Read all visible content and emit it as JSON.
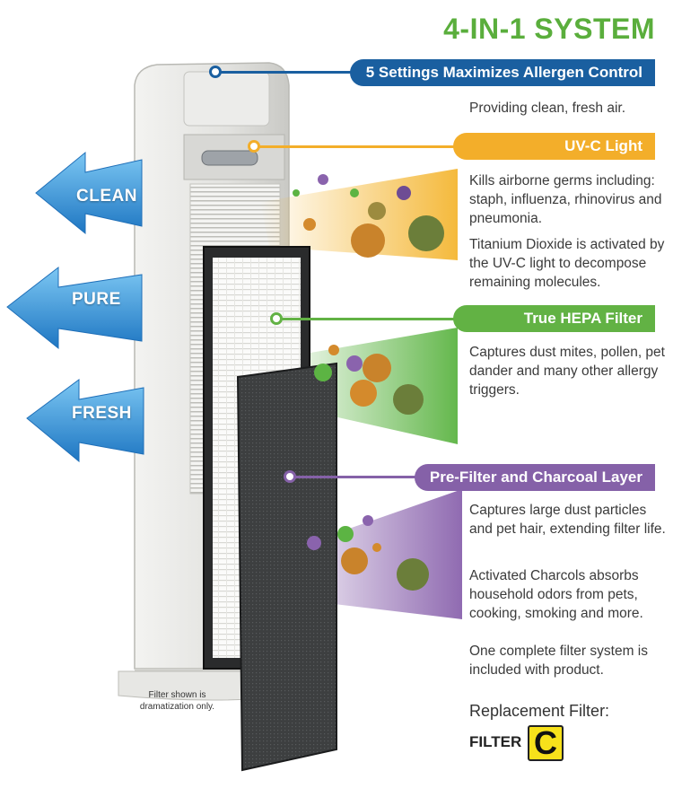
{
  "title": "4-IN-1 SYSTEM",
  "arrows": [
    "CLEAN",
    "PURE",
    "FRESH"
  ],
  "features": [
    {
      "label": "5 Settings Maximizes Allergen Control",
      "color": "#1a5fa0",
      "descriptions": [
        "Providing clean, fresh air."
      ]
    },
    {
      "label": "UV-C Light",
      "color": "#f3ae2a",
      "descriptions": [
        "Kills airborne germs including: staph, influenza, rhinovirus and pneumonia.",
        "Titanium Dioxide is activated by the UV-C light to decompose remaining molecules."
      ]
    },
    {
      "label": "True HEPA Filter",
      "color": "#62b244",
      "descriptions": [
        "Captures dust mites, pollen, pet dander and many other allergy triggers."
      ]
    },
    {
      "label": "Pre-Filter and Charcoal Layer",
      "color": "#8561a8",
      "descriptions": [
        "Captures large dust particles and pet hair, extending filter life.",
        "Activated Charcols absorbs household odors from pets, cooking, smoking and more.",
        "One complete filter system is included with product."
      ]
    }
  ],
  "note": "Filter shown is dramatization only.",
  "replacement": {
    "label": "Replacement Filter:",
    "filter_word": "FILTER",
    "filter_letter": "C",
    "box_color": "#f7e11b"
  },
  "arrow_color": "#2f8fd6",
  "icons": [
    "air-purifier-tower-image",
    "hepa-filter-image",
    "charcoal-filter-image",
    "airflow-arrow-icon",
    "particle-dots-icon"
  ]
}
